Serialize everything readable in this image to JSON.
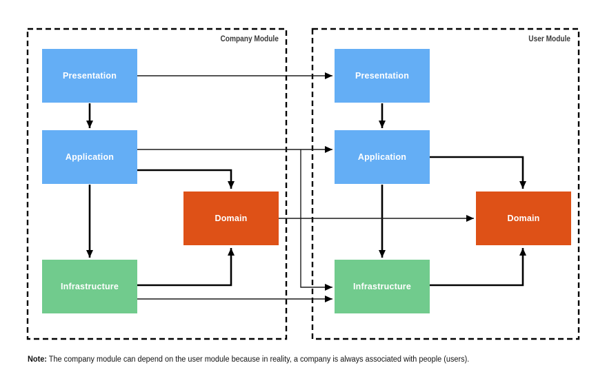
{
  "modules": [
    {
      "label": "Company Module",
      "boxes": [
        {
          "label": "Presentation"
        },
        {
          "label": "Application"
        },
        {
          "label": "Domain"
        },
        {
          "label": "Infrastructure"
        }
      ]
    },
    {
      "label": "User Module",
      "boxes": [
        {
          "label": "Presentation"
        },
        {
          "label": "Application"
        },
        {
          "label": "Domain"
        },
        {
          "label": "Infrastructure"
        }
      ]
    }
  ],
  "note": {
    "label": "Note:",
    "text": "The company module can depend on the user module because in reality, a company is always associated with people (users)."
  },
  "colors": {
    "layer_blue": "#64AEF5",
    "domain_orange": "#DE5117",
    "infrastructure_green": "#71CB8D",
    "connector_black": "#000000"
  }
}
